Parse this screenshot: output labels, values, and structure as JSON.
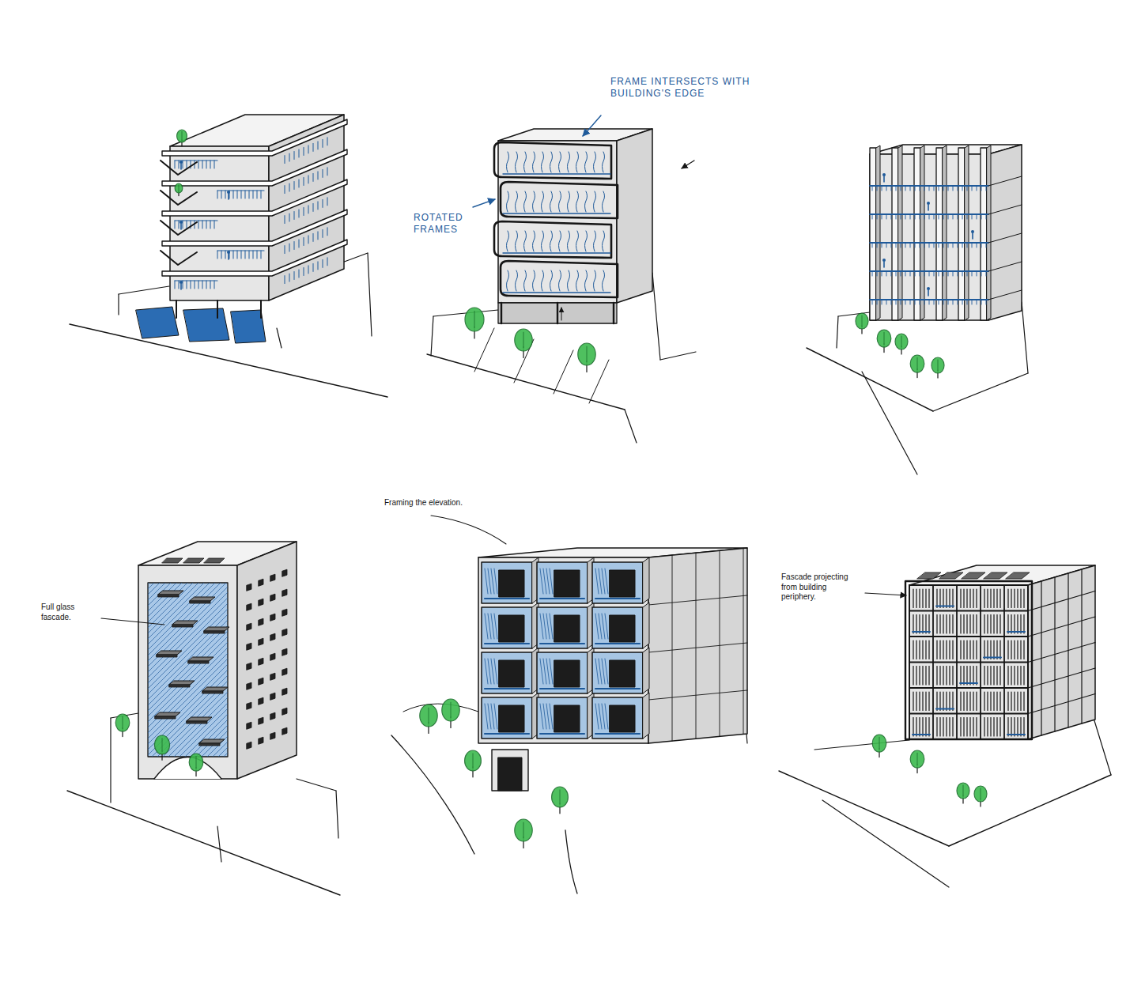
{
  "diagram": {
    "labels": [
      "FRAME INTERSECTS WITH BUILDING'S EDGE",
      "ROTATED FRAMES",
      "Full glass fascade.",
      "Framing the elevation.",
      "Fascade projecting from building periphery."
    ]
  }
}
